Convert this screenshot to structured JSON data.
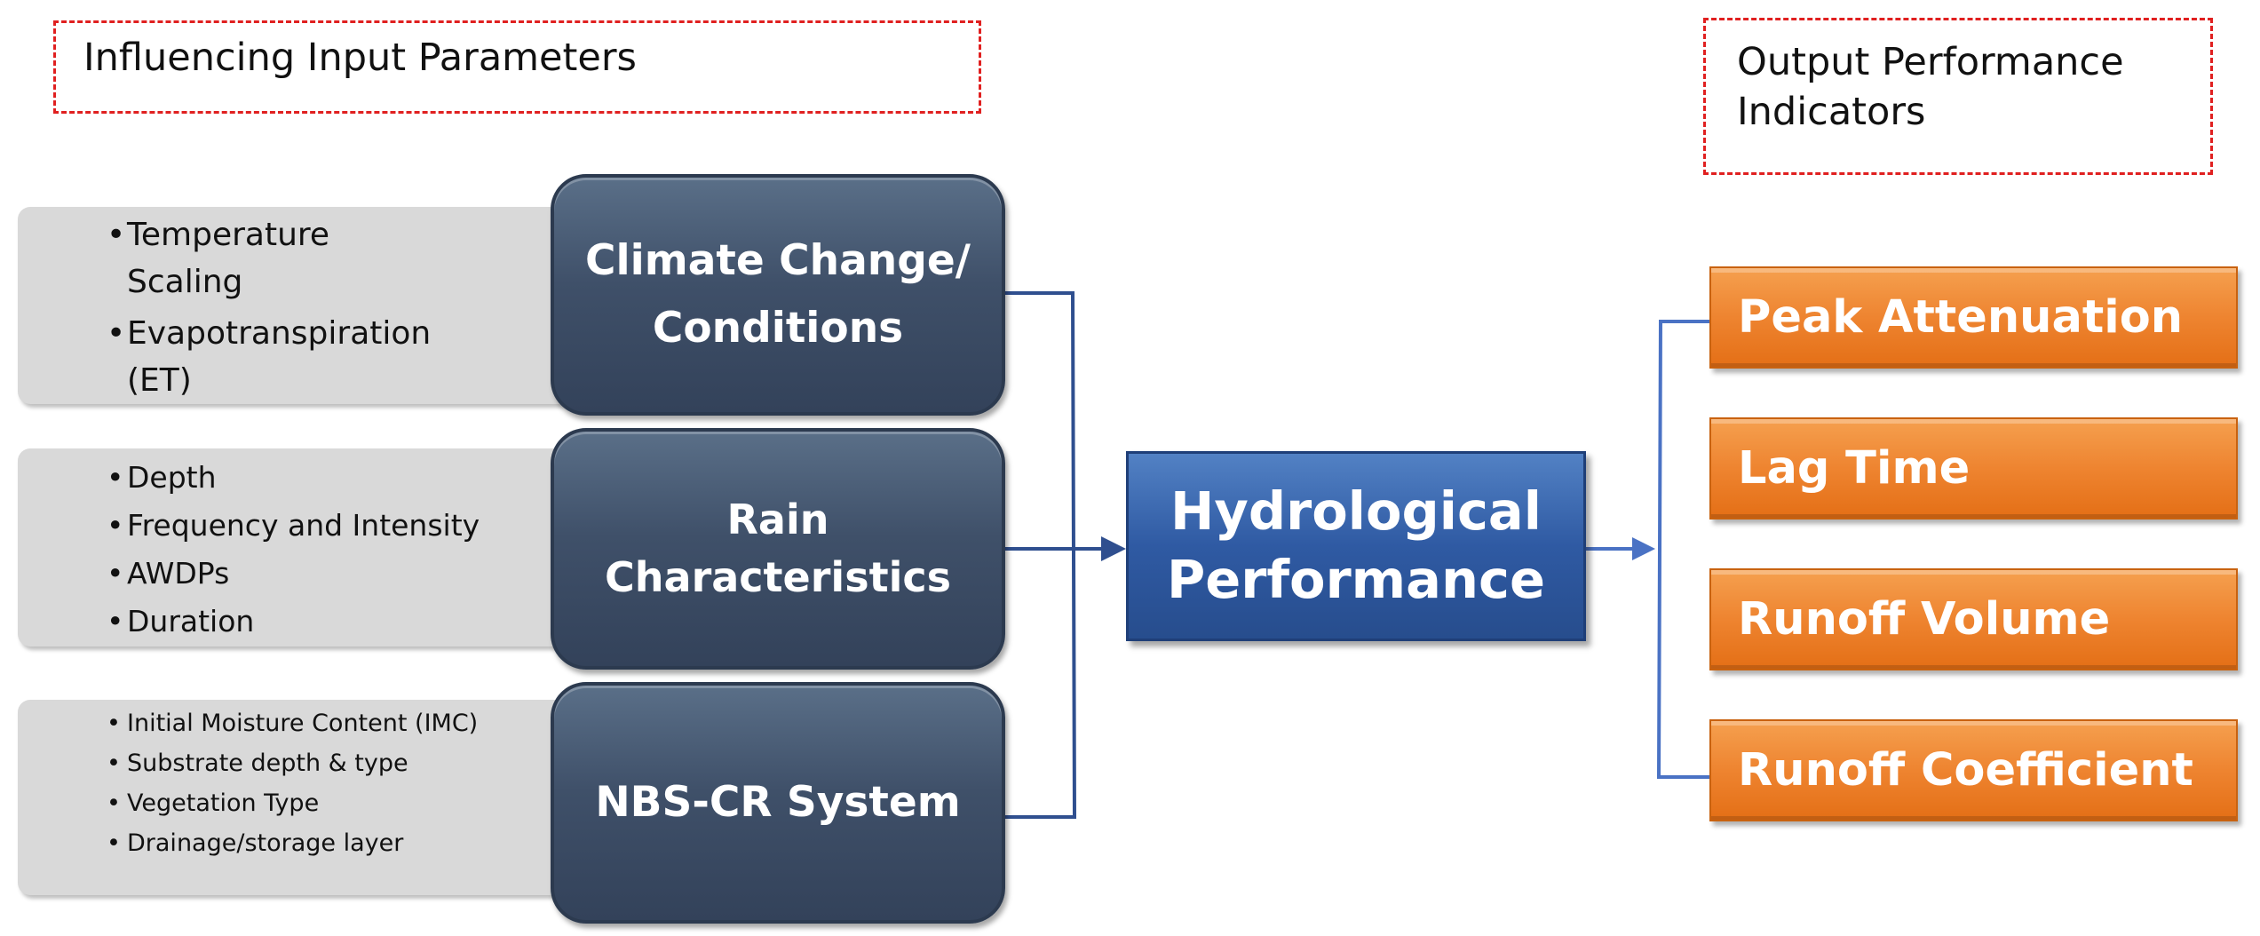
{
  "headers": {
    "inputs": "Influencing Input Parameters",
    "outputs": [
      "Output Performance",
      "Indicators"
    ]
  },
  "parameters": {
    "climate": [
      "Temperature",
      "Scaling",
      "Evapotranspiration",
      "(ET)"
    ],
    "rain": [
      "Depth",
      "Frequency and Intensity",
      "AWDPs",
      "Duration"
    ],
    "system": [
      "Initial Moisture Content (IMC)",
      "Substrate depth & type",
      "Vegetation Type",
      "Drainage/storage layer"
    ]
  },
  "categories": {
    "climate": [
      "Climate Change/",
      "Conditions"
    ],
    "rain": [
      "Rain",
      "Characteristics"
    ],
    "system": [
      "NBS-CR System"
    ]
  },
  "central": [
    "Hydrological",
    "Performance"
  ],
  "indicators": [
    "Peak Attenuation",
    "Lag Time",
    "Runoff Volume",
    "Runoff Coefficient"
  ],
  "colors": {
    "header_border": "#e02020",
    "category_fill": "#3f5069",
    "central_fill": "#2f5aa3",
    "indicator_fill": "#ee8430",
    "connector": "#2f4f8f",
    "panel_fill": "#d9d9d9"
  }
}
